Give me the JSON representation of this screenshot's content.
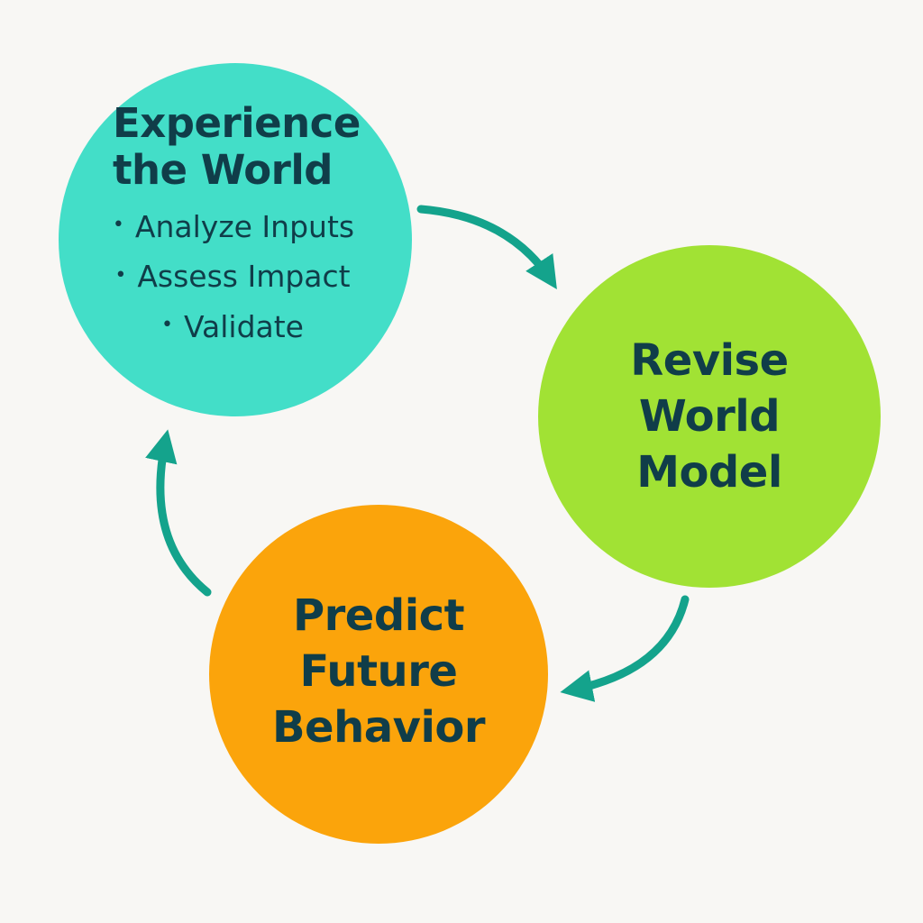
{
  "colors": {
    "background": "#f8f7f4",
    "experience": "#43dec8",
    "revise": "#a1e234",
    "predict": "#fba40b",
    "arrow": "#14a38c",
    "text": "#103d49"
  },
  "nodes": {
    "experience": {
      "title_line1": "Experience",
      "title_line2": "the World",
      "bullets": [
        "Analyze Inputs",
        "Assess Impact",
        "Validate"
      ]
    },
    "revise": {
      "title_line1": "Revise",
      "title_line2": "World",
      "title_line3": "Model"
    },
    "predict": {
      "title_line1": "Predict",
      "title_line2": "Future",
      "title_line3": "Behavior"
    }
  }
}
